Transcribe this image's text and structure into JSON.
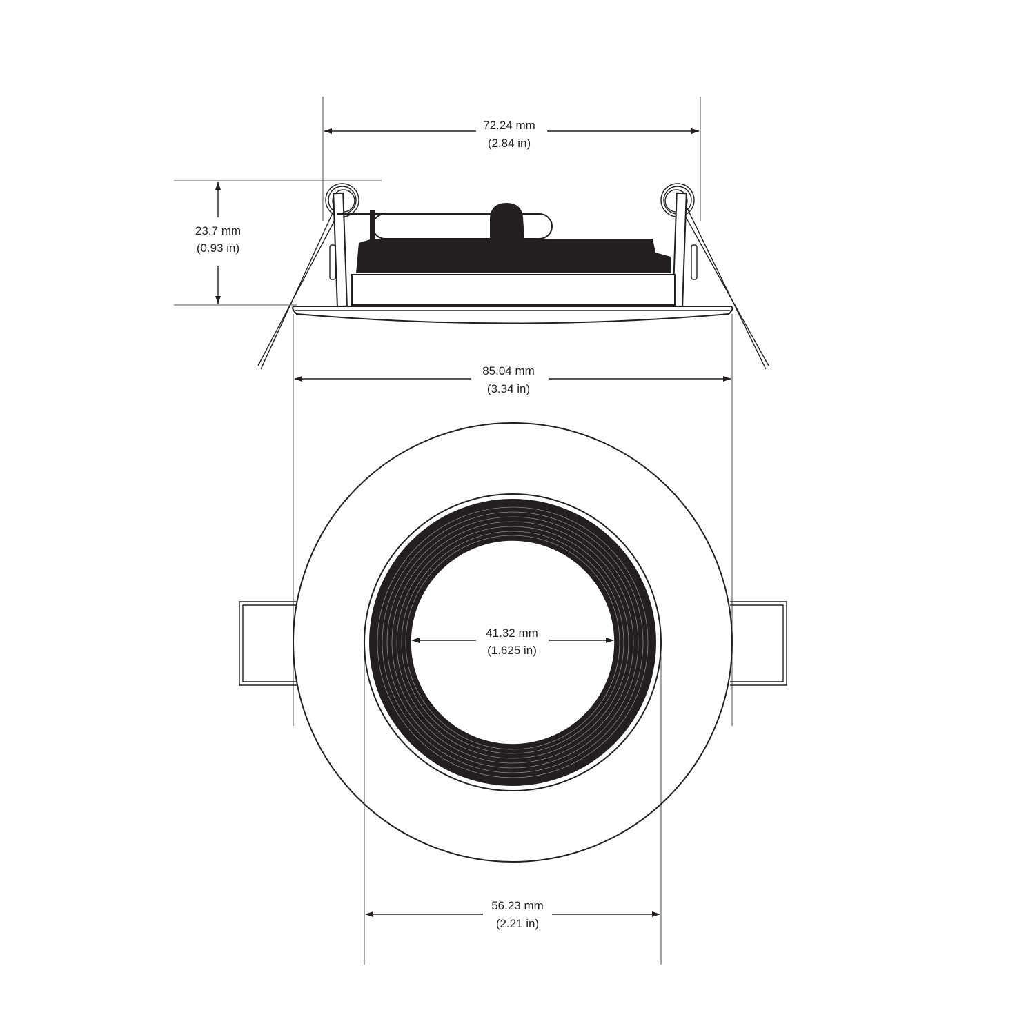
{
  "dimensions": {
    "top_width": {
      "mm": "72.24 mm",
      "in": "(2.84 in)"
    },
    "height": {
      "mm": "23.7 mm",
      "in": "(0.93 in)"
    },
    "trim_width": {
      "mm": "85.04 mm",
      "in": "(3.34 in)"
    },
    "aperture": {
      "mm": "41.32 mm",
      "in": "(1.625 in)"
    },
    "baffle_width": {
      "mm": "56.23 mm",
      "in": "(2.21 in)"
    }
  },
  "colors": {
    "line": "#231f20",
    "fill_dark": "#231f20",
    "background": "#ffffff"
  }
}
